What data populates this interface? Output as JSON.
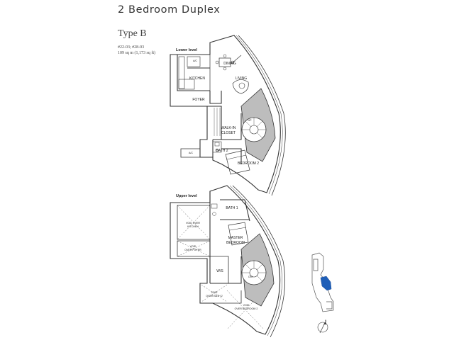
{
  "header": {
    "title": "2 Bedroom Duplex",
    "type": "Type B",
    "units": "#22-03; #28-03",
    "area": "109 sq m (1,173 sq ft)"
  },
  "lower": {
    "label": "Lower level",
    "rooms": {
      "ac": "A/C",
      "dining": "DINING",
      "kitchen": "KITCHEN",
      "living": "LIVING",
      "foyer": "FOYER",
      "up": "UP",
      "walkin1": "WALK-IN",
      "walkin2": "CLOSET",
      "ac2": "A/C",
      "bath2": "BATH 2",
      "bedroom2": "BEDROOM 2"
    }
  },
  "upper": {
    "label": "Upper level",
    "rooms": {
      "bath1": "BATH 1",
      "void_kitchen1": "VOID OVER",
      "void_kitchen2": "KITCHEN",
      "master1": "MASTER",
      "master2": "BEDROOM",
      "void_foyer1": "VOID",
      "void_foyer2": "OVER FOYER",
      "ws": "W/S",
      "dn": "DN",
      "void_bath1": "VOID",
      "void_bath2": "OVER BATH 2",
      "void_bed1": "VOID",
      "void_bed2": "OVER BEDROOM 2"
    }
  },
  "compass": {
    "north": "N"
  },
  "colors": {
    "highlight": "#1f5fb8",
    "wall": "#333333",
    "shade": "#bdbdbd"
  }
}
